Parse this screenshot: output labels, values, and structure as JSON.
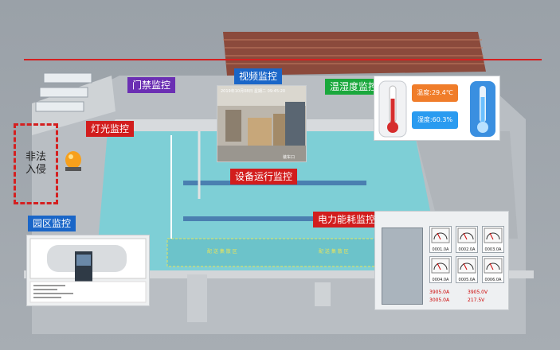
{
  "labels": {
    "access_control": "门禁监控",
    "video_monitor": "视频监控",
    "temp_humidity": "温湿度监控",
    "lighting": "灯光监控",
    "intrusion": "非法入侵",
    "equipment": "设备运行监控",
    "park": "园区监控",
    "power": "电力能耗监控"
  },
  "temperature": {
    "text": "温度:29.4℃"
  },
  "humidity": {
    "text": "湿度:60.3%"
  },
  "video_overlay": {
    "timestamp": "2019年10月08日 星期二 09:45:20",
    "caption": "装车口"
  },
  "power_panel": {
    "readings": [
      "0001.0A",
      "0002.0A",
      "0003.0A",
      "0004.0A",
      "0005.0A",
      "0006.0A"
    ],
    "bottom_values": [
      "3905.0A",
      "3905.0V",
      "3005.0A",
      "217.5V"
    ]
  },
  "icons": [
    "alarm-light-icon",
    "thermometer-icon"
  ],
  "colors": {
    "purple_tag": "#6b2fb3",
    "blue_tag": "#1a66c8",
    "green_tag": "#1aa83c",
    "red_tag": "#d21d1d",
    "red_line": "#d42020"
  }
}
